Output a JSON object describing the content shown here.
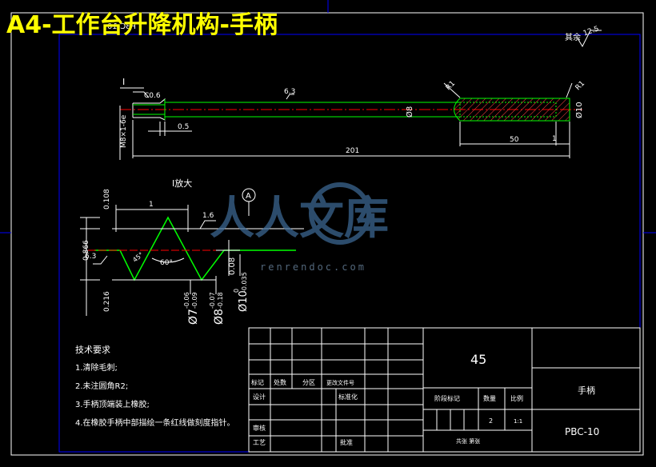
{
  "title": "A4-工作台升降机构-手柄",
  "drawing_number_mirrored": "PBC-10",
  "surface_finish": {
    "label": "其余",
    "value": "12.5"
  },
  "section_label": "I",
  "detail_label": "I放大",
  "datum": "A",
  "dims_main": {
    "chamfer": "C0.6",
    "roughness_top": "6.3",
    "dia8": "Ø8",
    "dia10": "Ø10",
    "r1_left": "R1",
    "r1_right": "R1",
    "d05": "0.5",
    "thread": "M8×1-6e",
    "len50": "50",
    "len1": "1",
    "len201": "201"
  },
  "dims_detail": {
    "pitch": "1",
    "roughness": "1.6",
    "roughness_left": "6.3",
    "angle60": "60°",
    "angle45": "45°",
    "v0108": "0.108",
    "v0866": "0.866",
    "v0216": "0.216",
    "v008": "0.08",
    "tol1": "Ø7",
    "tol1_upper": "-0.06",
    "tol1_lower": "-0.09",
    "tol2": "Ø8",
    "tol2_upper": "-0.07",
    "tol2_lower": "-0.18",
    "tol3": "Ø10",
    "tol3_upper": "0",
    "tol3_lower": "-0.035"
  },
  "tech_requirements": {
    "heading": "技术要求",
    "items": [
      "1.清除毛刺;",
      "2.未注圆角R2;",
      "3.手柄顶端装上橡胶;",
      "4.在橡胶手柄中部描绘一条红线做刻度指针。"
    ]
  },
  "title_block": {
    "material": "45",
    "part_name": "手柄",
    "drawing_no": "PBC-10",
    "row_labels": [
      "标记",
      "处数",
      "分区",
      "更改文件号"
    ],
    "design": "设计",
    "standard": "标准化",
    "review": "审核",
    "process": "工艺",
    "approve": "批准",
    "stage_mark": "阶段标记",
    "quantity_label": "数量",
    "scale_label": "比例",
    "quantity": "2",
    "scale": "1:1",
    "sheets": "共张 第张"
  },
  "watermark": {
    "text": "人人文库",
    "url": "renrendoc.com"
  },
  "colors": {
    "background": "#000000",
    "lines": "#ffffff",
    "part": "#00ff00",
    "center": "#ff0000",
    "border": "#0000ff",
    "title": "#ffff00"
  }
}
